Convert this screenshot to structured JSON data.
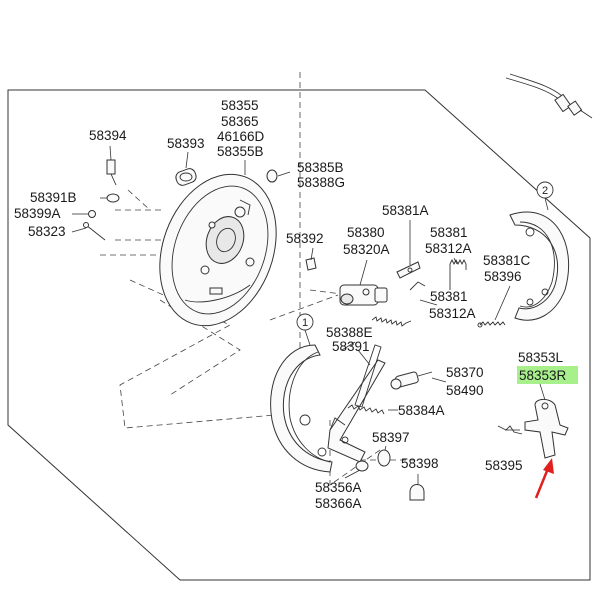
{
  "callouts": {
    "c58394": "58394",
    "c58393": "58393",
    "c58355": "58355",
    "c58365": "58365",
    "c46166D": "46166D",
    "c58355B": "58355B",
    "c58385B": "58385B",
    "c58388G": "58388G",
    "c58391B": "58391B",
    "c58399A": "58399A",
    "c58323": "58323",
    "c58392": "58392",
    "c58380": "58380",
    "c58320A": "58320A",
    "c58381A": "58381A",
    "c58381": "58381",
    "c58312A": "58312A",
    "c58381b": "58381",
    "c58312Ab": "58312A",
    "c58381C": "58381C",
    "c58396": "58396",
    "c58388E": "58388E",
    "c58391": "58391",
    "c58370": "58370",
    "c58490": "58490",
    "c58384A": "58384A",
    "c58353L": "58353L",
    "c58353R": "58353R",
    "c58397": "58397",
    "c58398": "58398",
    "c58395": "58395",
    "c58356A": "58356A",
    "c58366A": "58366A"
  },
  "circled_numbers": {
    "n1": "1",
    "n2": "2"
  },
  "colors": {
    "highlight": "#a8f08c",
    "arrow": "#e0201e",
    "line": "#333333"
  }
}
